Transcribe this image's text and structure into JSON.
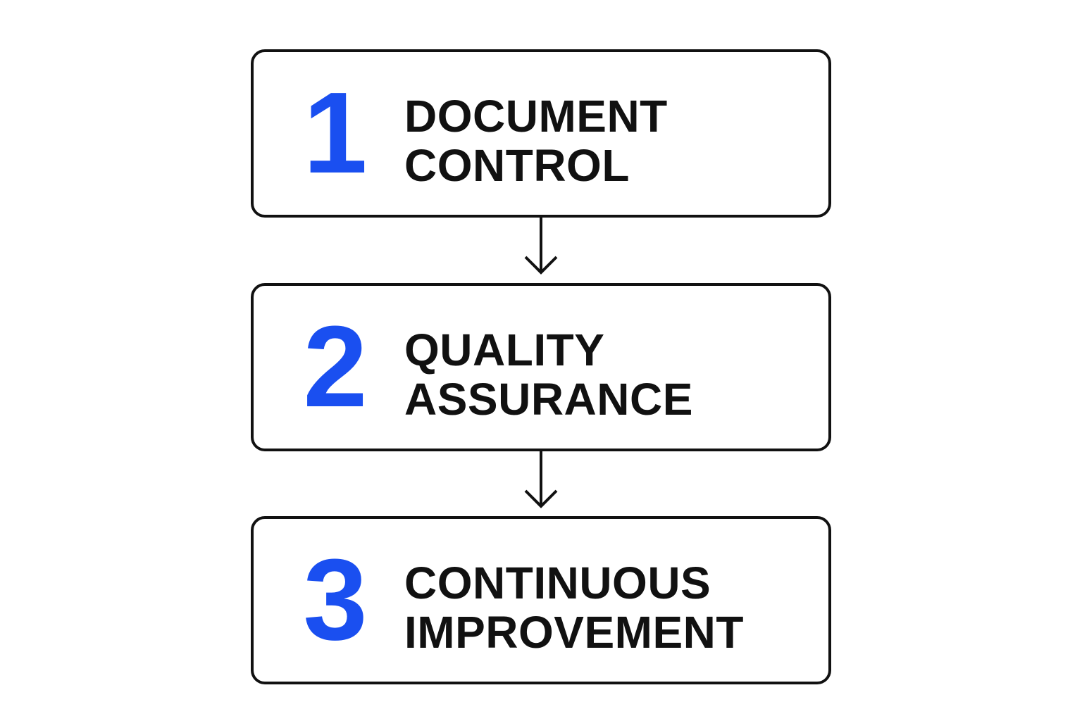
{
  "steps": [
    {
      "number": "1",
      "line1": "DOCUMENT",
      "line2": "CONTROL"
    },
    {
      "number": "2",
      "line1": "QUALITY",
      "line2": "ASSURANCE"
    },
    {
      "number": "3",
      "line1": "CONTINUOUS",
      "line2": "IMPROVEMENT"
    }
  ],
  "colors": {
    "number": "#1a4ff0",
    "text": "#111111",
    "border": "#111111"
  }
}
